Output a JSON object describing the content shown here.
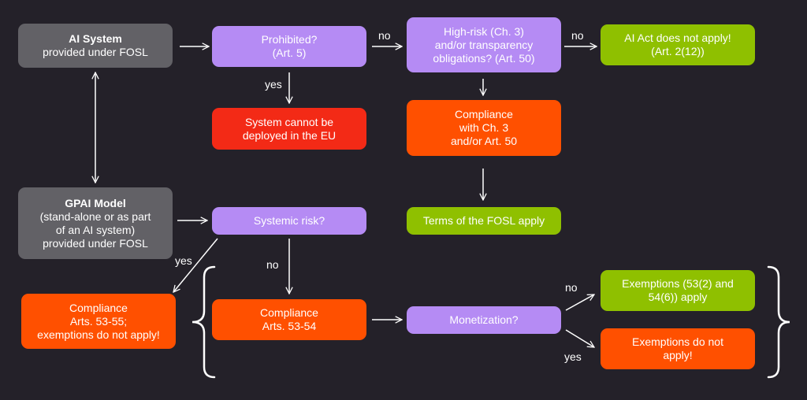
{
  "boxes": {
    "ai_system": {
      "title": "AI System",
      "line2": "provided under FOSL"
    },
    "prohibited": {
      "line1": "Prohibited?",
      "line2": "(Art. 5)"
    },
    "high_risk": {
      "line1": "High-risk (Ch. 3)",
      "line2": "and/or transparency",
      "line3": "obligations? (Art. 50)"
    },
    "not_apply": {
      "line1": "AI Act does not apply!",
      "line2": "(Art. 2(12))"
    },
    "cannot_deploy": {
      "line1": "System cannot be",
      "line2": "deployed in the EU"
    },
    "compliance_ch3": {
      "line1": "Compliance",
      "line2": "with Ch. 3",
      "line3": "and/or Art. 50"
    },
    "fosl_terms": {
      "line1": "Terms of the FOSL apply"
    },
    "gpai": {
      "title": "GPAI Model",
      "line2": "(stand-alone or as part",
      "line3": "of an AI system)",
      "line4": "provided under FOSL"
    },
    "systemic": {
      "line1": "Systemic risk?"
    },
    "comp_53_55": {
      "line1": "Compliance",
      "line2": "Arts. 53-55;",
      "line3": "exemptions do not apply!"
    },
    "comp_53_54": {
      "line1": "Compliance",
      "line2": "Arts. 53-54"
    },
    "monetization": {
      "line1": "Monetization?"
    },
    "exemptions_apply": {
      "line1": "Exemptions (53(2) and",
      "line2": "54(6)) apply"
    },
    "exemptions_not": {
      "line1": "Exemptions do not",
      "line2": "apply!"
    }
  },
  "labels": {
    "no_prohibited": "no",
    "no_high_risk": "no",
    "yes_prohibited": "yes",
    "yes_systemic": "yes",
    "no_systemic": "no",
    "no_monetization": "no",
    "yes_monetization": "yes"
  },
  "colors": {
    "background": "#242129",
    "gray": "#626166",
    "purple": "#b58bf4",
    "green": "#8fc000",
    "orange": "#ff5000",
    "red": "#f32a16",
    "line": "#ffffff"
  }
}
